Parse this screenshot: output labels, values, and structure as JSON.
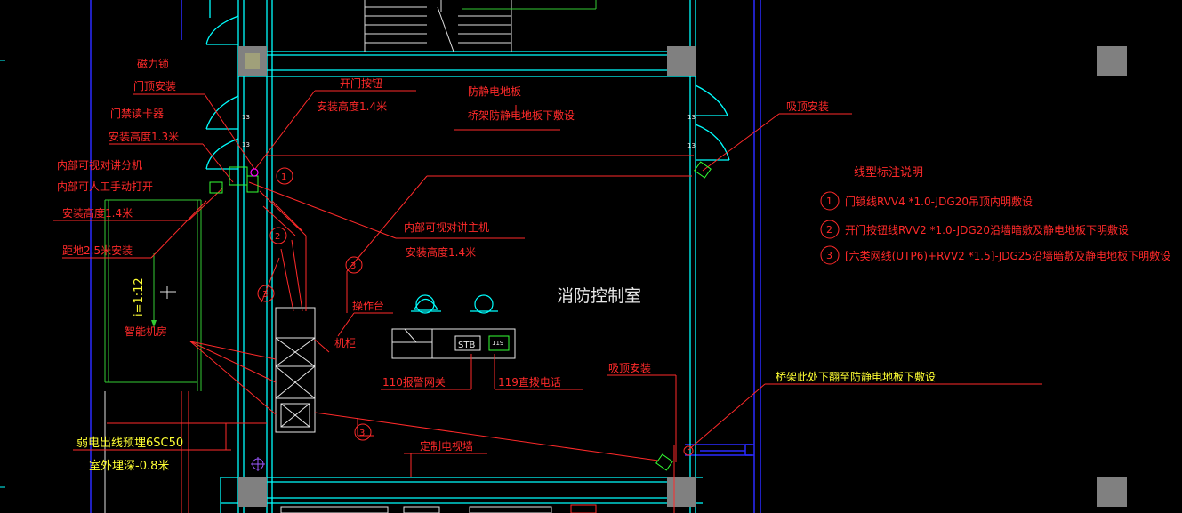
{
  "room_title": "消防控制室",
  "labels": {
    "magnetic_lock": "磁力锁",
    "magnetic_lock_install": "门顶安装",
    "card_reader": "门禁读卡器",
    "card_reader_height": "安装高度1.3米",
    "intercom_ext": "内部可视对讲分机",
    "intercom_ext_open": "内部可人工手动打开",
    "intercom_ext_height": "安装高度1.4米",
    "height_25": "距地2.5米安装",
    "door_button": "开门按钮",
    "door_button_height": "安装高度1.4米",
    "antistatic": "防静电地板",
    "antistatic_note": "桥架防静电地板下敷设",
    "ceiling_install_1": "吸顶安装",
    "ceiling_install_2": "吸顶安装",
    "intercom_main": "内部可视对讲主机",
    "intercom_main_height": "安装高度1.4米",
    "console": "操作台",
    "cabinet": "机柜",
    "alarm_110": "110报警网关",
    "phone_119": "119直拨电话",
    "tv_wall": "定制电视墙",
    "tray_note": "桥架此处下翻至防静电地板下敷设",
    "weak_outlet": "弱电出线预埋6SC50",
    "outdoor_depth": "室外埋深-0.8米",
    "slope": "i=1:12",
    "ramp": "智能机房",
    "stb": "STB",
    "phone_box": "119"
  },
  "legend": {
    "title": "线型标注说明",
    "items": [
      {
        "num": "1",
        "text": "门锁线RVV4 *1.0-JDG20吊顶内明敷设"
      },
      {
        "num": "2",
        "text": "开门按钮线RVV2 *1.0-JDG20沿墙暗敷及静电地板下明敷设"
      },
      {
        "num": "3",
        "text": "[六类网线(UTP6)+RVV2 *1.5]-JDG25沿墙暗敷及静电地板下明敷设"
      }
    ]
  },
  "markers": {
    "c1": "1",
    "c2": "2",
    "c3a": "3",
    "c3b": "3",
    "c3c": "3",
    "c3d": "3",
    "c13a": "13",
    "c13b": "13",
    "c13c": "13",
    "c13d": "13"
  },
  "colors": {
    "background": "#000000",
    "wall": "#00ffff",
    "annotation": "#ff2a2a",
    "room_text": "#e8e8e8",
    "yellow": "#ffff33",
    "column": "#808080",
    "blue": "#2a2aff",
    "green": "#33cc33"
  }
}
